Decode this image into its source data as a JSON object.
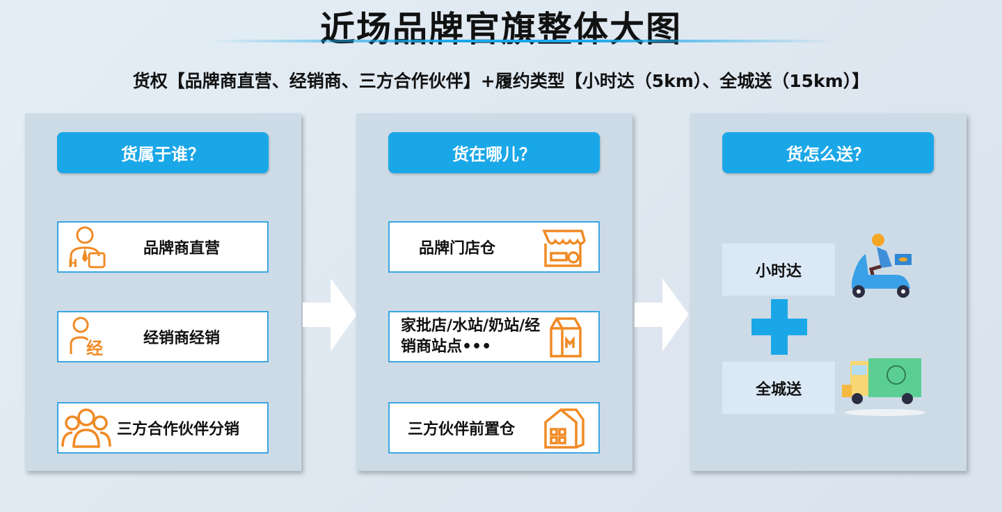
{
  "title": "近场品牌官旗整体大图",
  "subtitle": "货权【品牌商直营、经销商、三方合作伙伴】+履约类型【小时达（5km）、全城送（15km）】",
  "panels": [
    {
      "header": "货属于谁？",
      "items": [
        {
          "label": "品牌商直营",
          "icon": "merchant-person-icon"
        },
        {
          "label": "经销商经销",
          "icon": "distributor-person-icon"
        },
        {
          "label": "三方合作伙伴分销",
          "icon": "partner-group-icon"
        }
      ]
    },
    {
      "header": "货在哪儿？",
      "items": [
        {
          "label": "品牌门店仓",
          "icon": "storefront-icon"
        },
        {
          "label": "家批店/水站/奶站/经销商站点•••",
          "icon": "milk-carton-icon"
        },
        {
          "label": "三方伙伴前置仓",
          "icon": "warehouse-icon"
        }
      ]
    },
    {
      "header": "货怎么送？",
      "items": [
        {
          "label": "小时达",
          "icon": "scooter-courier-icon"
        },
        {
          "label": "全城送",
          "icon": "delivery-truck-icon"
        }
      ]
    }
  ],
  "colors": {
    "accent": "#1aa7e8",
    "icon_orange": "#f08a24"
  }
}
